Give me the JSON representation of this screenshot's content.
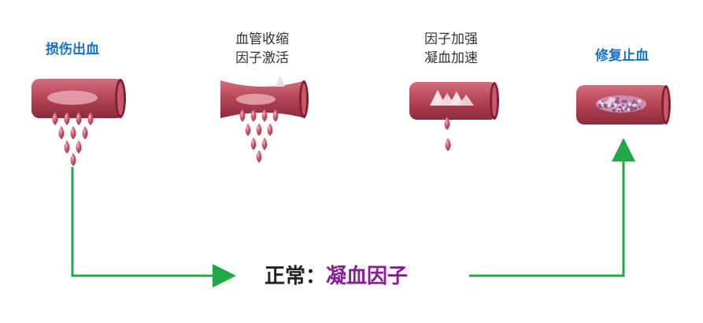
{
  "stages": [
    {
      "id": "injury",
      "lines": [
        "损伤出血"
      ],
      "style": "blue"
    },
    {
      "id": "vasoconstriction",
      "lines": [
        "血管收缩",
        "因子激活"
      ],
      "style": "gray"
    },
    {
      "id": "factor-boost",
      "lines": [
        "因子加强",
        "凝血加速"
      ],
      "style": "gray"
    },
    {
      "id": "repair",
      "lines": [
        "修复止血"
      ],
      "style": "blue"
    }
  ],
  "center": {
    "prefix": "正常：",
    "highlight": "凝血因子"
  },
  "colors": {
    "vessel": "#b8465a",
    "vessel_dark": "#7e2233",
    "vessel_light": "#d97a89",
    "blood": "#c44a5f",
    "arrow": "#22a846",
    "blue_label": "#1570c8",
    "factor_text": "#8a1a9b",
    "clot": "#a9789c"
  }
}
